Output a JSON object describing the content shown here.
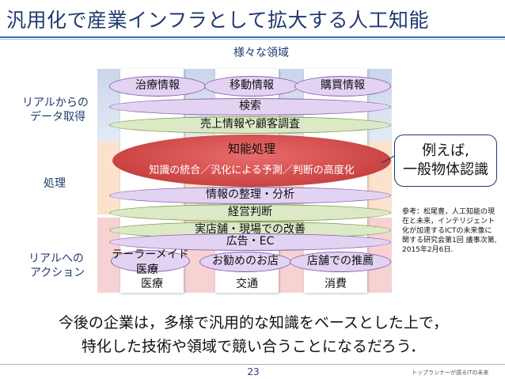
{
  "title": "汎用化で産業インフラとして拡大する人工知能",
  "diagram": {
    "top_heading": "様々な領域",
    "row_labels": {
      "data": [
        "リアルからの",
        "データ取得"
      ],
      "processing": "処理",
      "action": [
        "リアルへの",
        "アクション"
      ]
    },
    "columns": [
      "医療",
      "交通",
      "消費"
    ],
    "ellipses": {
      "medical_info": "治療情報",
      "mobility_info": "移動情報",
      "purchase_info": "購買情報",
      "search": "検索",
      "sales_survey": "売上情報や顧客調査",
      "intelligence_title": "知能処理",
      "intelligence_sub": "知識の統合／汎化による予測／判断の高度化",
      "info_organize": "情報の整理・分析",
      "management": "経営判断",
      "store_improve": "実店舗・現場での改善",
      "ads_ec": "広告・EC",
      "tailormade": "テーラーメイド",
      "tailormade2": "医療",
      "recommend_store": "お勧めのお店",
      "store_promo": "店舗での推薦"
    },
    "callout": [
      "例えば,",
      "一般物体認識"
    ],
    "reference": "参考：松尾豊，人工知能の現在と未来，インテリジェント化が加速するICTの未来像に関する研究会第1回 議事次第, 2015年2月6日."
  },
  "conclusion": [
    "今後の企業は，多様で汎用的な知識をベースとした上で，",
    "特化した技術や領域で競い合うことになるだろう．"
  ],
  "footer": {
    "page": "23",
    "note": "トップランナーが語るITの未来"
  }
}
